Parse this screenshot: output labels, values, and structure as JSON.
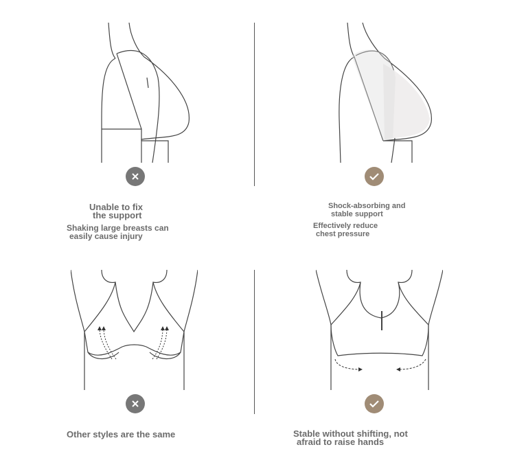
{
  "colors": {
    "no_badge": "#777777",
    "yes_badge": "#a08c76",
    "text": "#6b6b6b",
    "line": "#444444"
  },
  "panels": [
    {
      "id": "tl",
      "status": "no",
      "icon": "x-icon",
      "title_lines": [
        "Unable to fix",
        "the support"
      ],
      "desc_lines": [
        "Shaking large breasts can",
        "easily cause injury"
      ]
    },
    {
      "id": "tr",
      "status": "yes",
      "icon": "check-icon",
      "title_lines": [
        "Shock-absorbing and",
        "stable support"
      ],
      "desc_lines": [
        "Effectively reduce",
        "chest pressure"
      ]
    },
    {
      "id": "bl",
      "status": "no",
      "icon": "x-icon",
      "caption_lines": [
        "Other styles are the same"
      ]
    },
    {
      "id": "br",
      "status": "yes",
      "icon": "check-icon",
      "caption_lines": [
        "Stable without shifting, not",
        "afraid to raise hands"
      ]
    }
  ]
}
